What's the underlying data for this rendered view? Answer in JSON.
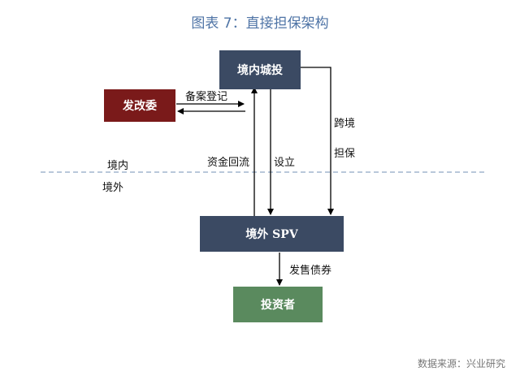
{
  "title": "图表 7：直接担保架构",
  "source": "数据来源：兴业研究",
  "colors": {
    "title": "#4f74a6",
    "domestic_entity": "#3b4a63",
    "spv": "#3b4a63",
    "ndrc": "#7a1a1a",
    "investor": "#5a8a5e",
    "divider": "#8fa6c4"
  },
  "nodes": {
    "domestic_entity": "境内城投",
    "ndrc": "发改委",
    "spv": "境外 SPV",
    "investor": "投资者"
  },
  "edges": {
    "filing": "备案登记",
    "fund_return": "资金回流",
    "establish": "设立",
    "cross_border_1": "跨境",
    "cross_border_2": "担保",
    "issue_bonds": "发售债券"
  },
  "regions": {
    "onshore": "境内",
    "offshore": "境外"
  }
}
